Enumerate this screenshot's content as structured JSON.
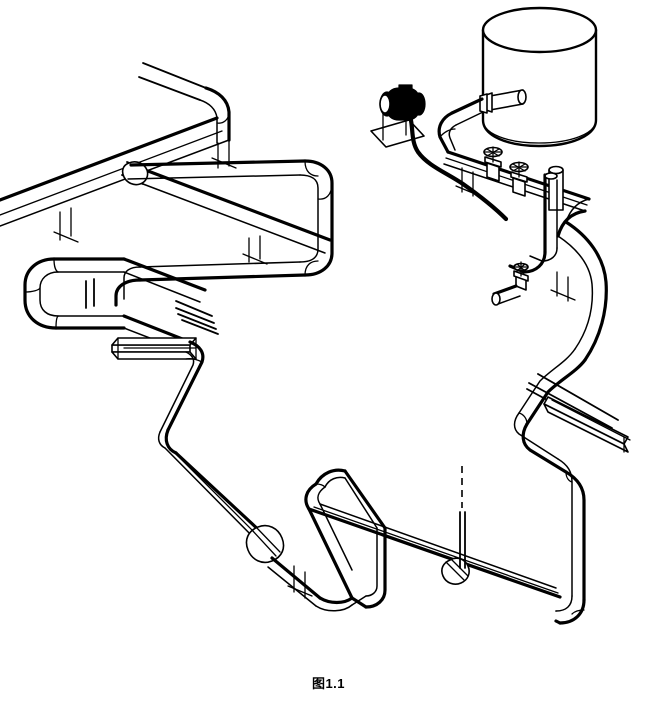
{
  "figure": {
    "caption": "图1.1",
    "kind": "isometric-piping-drawing",
    "background_color": "#ffffff",
    "line_color": "#000000"
  },
  "equipment": {
    "tank": {
      "name": "vertical-cylindrical-tank",
      "label": ""
    },
    "tank_nozzle": {
      "name": "flanged-nozzle",
      "label": ""
    },
    "pump": {
      "name": "pump-motor-unit",
      "label": ""
    },
    "pump_base": {
      "name": "base-plate",
      "label": ""
    },
    "cable": {
      "name": "electrical-cable",
      "label": ""
    }
  },
  "fittings": {
    "valve_1": {
      "name": "handwheel-valve",
      "label": ""
    },
    "valve_2": {
      "name": "handwheel-valve",
      "label": ""
    },
    "valve_3": {
      "name": "handwheel-valve",
      "label": ""
    },
    "riser_stub": {
      "name": "vertical-riser-stub",
      "label": ""
    },
    "union_1": {
      "name": "pipe-union-coupling",
      "label": ""
    },
    "union_2": {
      "name": "pipe-union-coupling",
      "label": ""
    },
    "vent_centerline": {
      "name": "vent-centerline",
      "label": ""
    }
  },
  "supports": {
    "ibeam_left": {
      "name": "i-beam-support",
      "label": ""
    },
    "ibeam_right": {
      "name": "i-beam-support",
      "label": ""
    },
    "hangers_count": 8
  },
  "pipe_runs": {
    "main_inlet": {
      "name": "main-inlet-header",
      "label": ""
    },
    "left_loop": {
      "name": "left-expansion-loop",
      "label": ""
    },
    "right_loop": {
      "name": "right-expansion-loop",
      "label": ""
    },
    "triangle_loop": {
      "name": "triangular-expansion-loop",
      "label": ""
    },
    "bottom_header": {
      "name": "bottom-header",
      "label": ""
    },
    "right_riser": {
      "name": "right-riser",
      "label": ""
    }
  }
}
